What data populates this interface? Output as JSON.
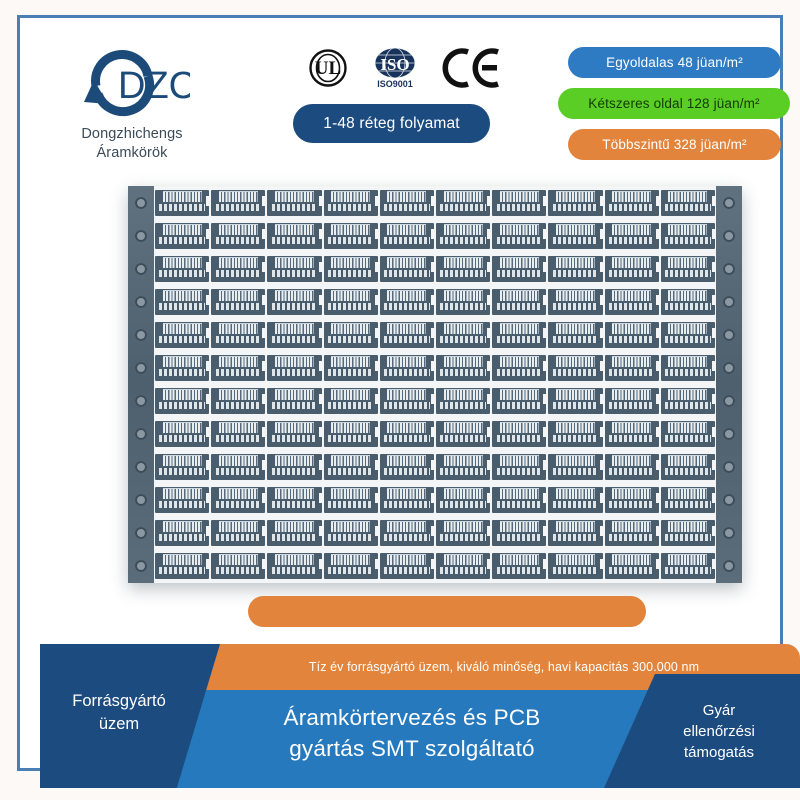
{
  "brand": {
    "logo_text": "DZC",
    "logo_icon": "circular-arrow-icon",
    "company_line1": "Dongzhichengs",
    "company_line2": "Áramkörök"
  },
  "certifications": [
    {
      "id": "ul",
      "label": "UL",
      "icon": "ul-certification-icon"
    },
    {
      "id": "iso",
      "label": "ISO",
      "sub_label": "ISO9001",
      "icon": "iso-certification-icon"
    },
    {
      "id": "ce",
      "label": "CE",
      "icon": "ce-certification-icon"
    }
  ],
  "pills": {
    "layer_process": "1-48 réteg folyamat",
    "single_side": "Egyoldalas 48 jüan/m²",
    "double_side": "Kétszeres oldal 128 jüan/m²",
    "multi_layer": "Többszintű 328 jüan/m²"
  },
  "product": {
    "image_name": "pcb-panel-array-photo",
    "rows": 12,
    "columns": 10
  },
  "banner": {
    "left_badge_line1": "Forrásgyártó",
    "left_badge_line2": "üzem",
    "orange_strip": "Tíz év forrásgyártó üzem, kiváló minőség, havi kapacitás 300.000 nm",
    "headline_line1": "Áramkörtervezés és PCB",
    "headline_line2": "gyártás SMT szolgáltató",
    "right_badge_line1": "Gyár",
    "right_badge_line2": "ellenőrzési",
    "right_badge_line3": "támogatás"
  },
  "colors": {
    "frame_blue": "#4a7fb5",
    "deep_navy": "#1c4b80",
    "pill_blue": "#2e7bc4",
    "pill_green": "#5bce26",
    "pill_orange": "#e2843c",
    "banner_blue": "#2779bd",
    "page_background": "#fdf9f6"
  }
}
